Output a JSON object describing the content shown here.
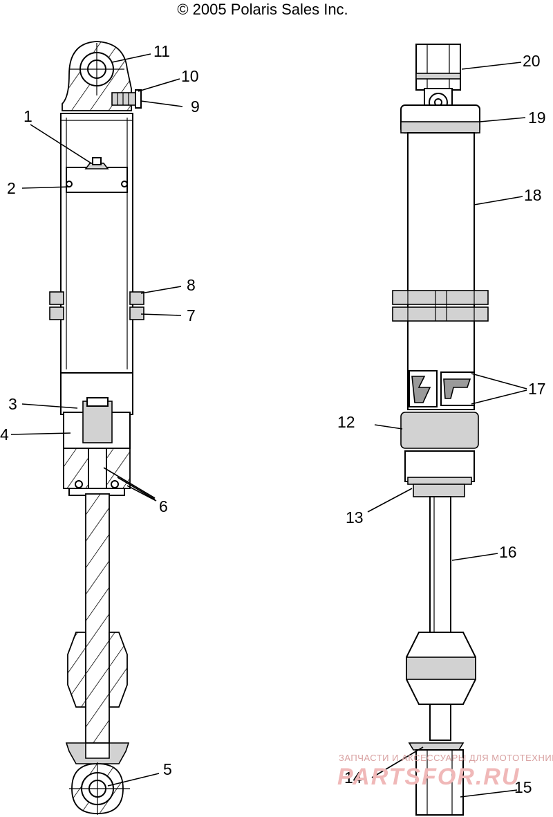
{
  "header": {
    "copyright": "© 2005 Polaris Sales Inc."
  },
  "callouts": [
    {
      "id": "1",
      "label": "1"
    },
    {
      "id": "2",
      "label": "2"
    },
    {
      "id": "3",
      "label": "3"
    },
    {
      "id": "4",
      "label": "4"
    },
    {
      "id": "5",
      "label": "5"
    },
    {
      "id": "6",
      "label": "6"
    },
    {
      "id": "7",
      "label": "7"
    },
    {
      "id": "8",
      "label": "8"
    },
    {
      "id": "9",
      "label": "9"
    },
    {
      "id": "10",
      "label": "10"
    },
    {
      "id": "11",
      "label": "11"
    },
    {
      "id": "12",
      "label": "12"
    },
    {
      "id": "13",
      "label": "13"
    },
    {
      "id": "14",
      "label": "14"
    },
    {
      "id": "15",
      "label": "15"
    },
    {
      "id": "16",
      "label": "16"
    },
    {
      "id": "17",
      "label": "17"
    },
    {
      "id": "18",
      "label": "18"
    },
    {
      "id": "19",
      "label": "19"
    },
    {
      "id": "20",
      "label": "20"
    }
  ],
  "watermark": {
    "tagline": "ЗАПЧАСТИ И АКСЕССУАРЫ ДЛЯ МОТОТЕХНИКИ",
    "brand": "PARTSFOR.RU"
  }
}
